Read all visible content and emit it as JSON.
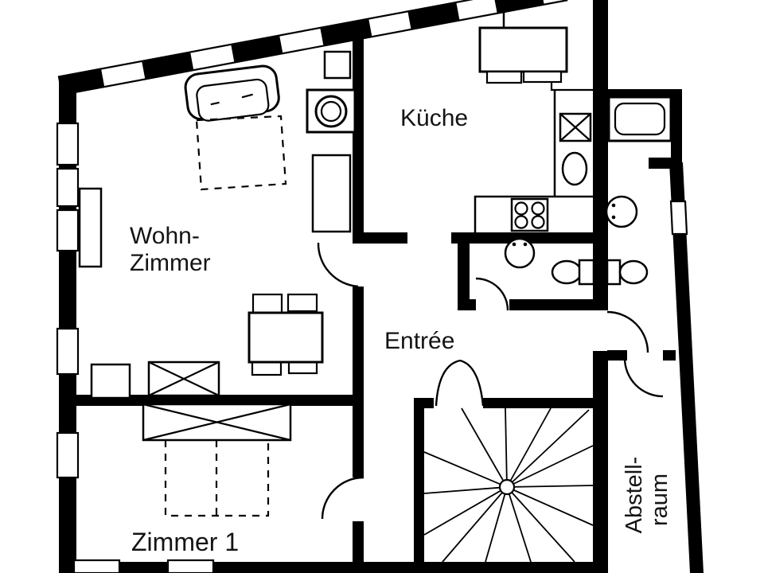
{
  "colors": {
    "background": "#ffffff",
    "wall": "#000000",
    "text": "#141414"
  },
  "rooms": {
    "wohnzimmer": {
      "label_line1": "Wohn-",
      "label_line2": "Zimmer"
    },
    "kueche": {
      "label": "Küche"
    },
    "entree": {
      "label": "Entrée"
    },
    "zimmer1": {
      "label": "Zimmer 1"
    },
    "abstellraum": {
      "label_line1": "Abstell-",
      "label_line2": "raum"
    }
  }
}
